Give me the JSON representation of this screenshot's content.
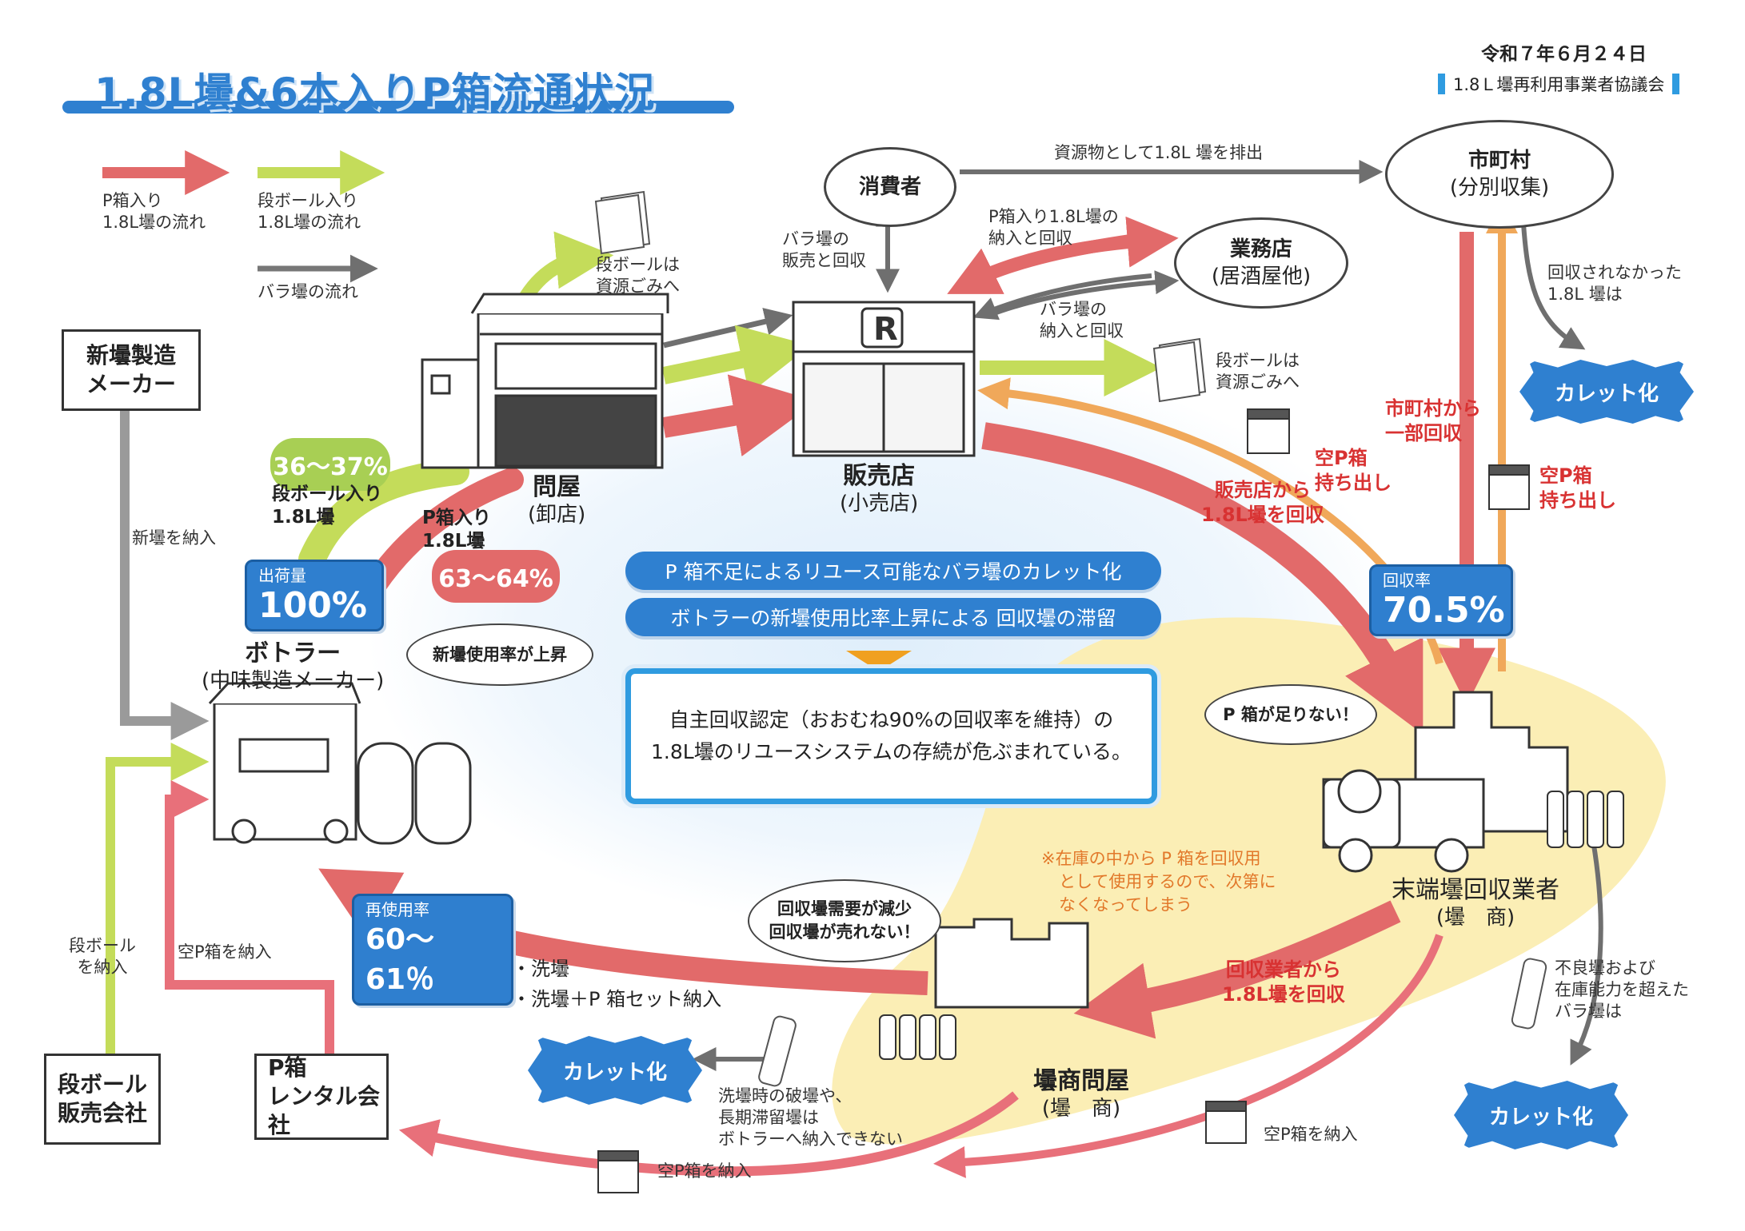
{
  "date": "令和７年６月２４日",
  "org": "1.8Ｌ壜再利用事業者協議会",
  "title": "1.8L壜&6本入りP箱流通状況",
  "legend": {
    "p_box": [
      "P箱入り",
      "1.8L壜の流れ"
    ],
    "cardboard": [
      "段ボール入り",
      "1.8L壜の流れ"
    ],
    "bulk": "バラ壜の流れ",
    "colors": {
      "p_box": "#e26a6a",
      "cardboard": "#c4dc5a",
      "bulk": "#777777",
      "orange": "#f0a85a",
      "blue": "#2f80d0",
      "yellow_zone": "#fbeeb5"
    }
  },
  "nodes": {
    "new_maker": [
      "新壜製造",
      "メーカー"
    ],
    "consumer": "消費者",
    "municipality": {
      "name": "市町村",
      "sub": "(分別収集)"
    },
    "business": {
      "name": "業務店",
      "sub": "(居酒屋他)"
    },
    "wholesaler": {
      "name": "問屋",
      "sub": "(卸店)"
    },
    "retailer": {
      "name": "販売店",
      "sub": "(小売店)"
    },
    "bottler": {
      "name": "ボトラー",
      "sub": "(中味製造メーカー)"
    },
    "collector": {
      "name": "末端壜回収業者",
      "sub": "(壜　商)"
    },
    "bottle_wholesaler": {
      "name": "壜商問屋",
      "sub": "(壜　商)"
    },
    "cardboard_seller": [
      "段ボール",
      "販売会社"
    ],
    "pbox_rental": [
      "P箱",
      "レンタル会社"
    ]
  },
  "labels": {
    "discard": "資源物として1.8L 壜を排出",
    "bulk_sale": [
      "バラ壜の",
      "販売と回収"
    ],
    "pbox_delivery": [
      "P箱入り1.8L壜の",
      "納入と回収"
    ],
    "bulk_delivery": [
      "バラ壜の",
      "納入と回収"
    ],
    "cardboard_waste": [
      "段ボールは",
      "資源ごみへ"
    ],
    "cardboard_waste2": [
      "段ボールは",
      "資源ごみへ"
    ],
    "not_collected": [
      "回収されなかった",
      "1.8L 壜は"
    ],
    "muni_partial": [
      "市町村から",
      "一部回収"
    ],
    "empty_pbox_out": [
      "空P箱",
      "持ち出し"
    ],
    "empty_pbox_out2": [
      "空P箱",
      "持ち出し"
    ],
    "retail_collect": [
      "販売店から",
      "1.8L壜を回収"
    ],
    "new_bottle_delivery": "新壜を納入",
    "cardboard_delivery": [
      "段ボール",
      "を納入"
    ],
    "empty_pbox_delivery": "空P箱を納入",
    "empty_pbox_delivery2": "空P箱を納入",
    "empty_pbox_delivery3": "空P箱を納入",
    "collector_collect": [
      "回収業者から",
      "1.8L壜を回収"
    ],
    "wash": "・洗壜",
    "wash_set": "・洗壜＋P 箱セット納入",
    "broken": [
      "洗壜時の破壜や、",
      "長期滞留壜は",
      "ボトラーへ納入できない"
    ],
    "defect": [
      "不良壜および",
      "在庫能力を超えた",
      "バラ壜は"
    ],
    "note_stock": [
      "※在庫の中から P 箱を回収用",
      "として使用するので、次第に",
      "なくなってしまう"
    ],
    "cardboard_pct_label": [
      "段ボール入り",
      "1.8L壜"
    ],
    "pbox_pct_label": [
      "P箱入り",
      "1.8L壜"
    ],
    "cullet": "カレット化"
  },
  "bubbles": {
    "new_rate": "新壜使用率が上昇",
    "shortage": "P 箱が足りない！",
    "demand": [
      "回収壜需要が減少",
      "回収壜が売れない！"
    ]
  },
  "stats": {
    "cardboard_pct": "36〜37%",
    "pbox_pct": "63〜64%",
    "shipment": {
      "label": "出荷量",
      "value": "100%"
    },
    "recovery": {
      "label": "回収率",
      "value": "70.5%"
    },
    "reuse": {
      "label": "再使用率",
      "value": "60〜61％"
    }
  },
  "center": {
    "issue1": "P 箱不足によるリユース可能なバラ壜のカレット化",
    "issue2": "ボトラーの新壜使用比率上昇による 回収壜の滞留",
    "conclusion": [
      "自主回収認定（おおむね90%の回収率を維持）の",
      "1.8L壜のリユースシステムの存続が危ぶまれている。"
    ]
  }
}
